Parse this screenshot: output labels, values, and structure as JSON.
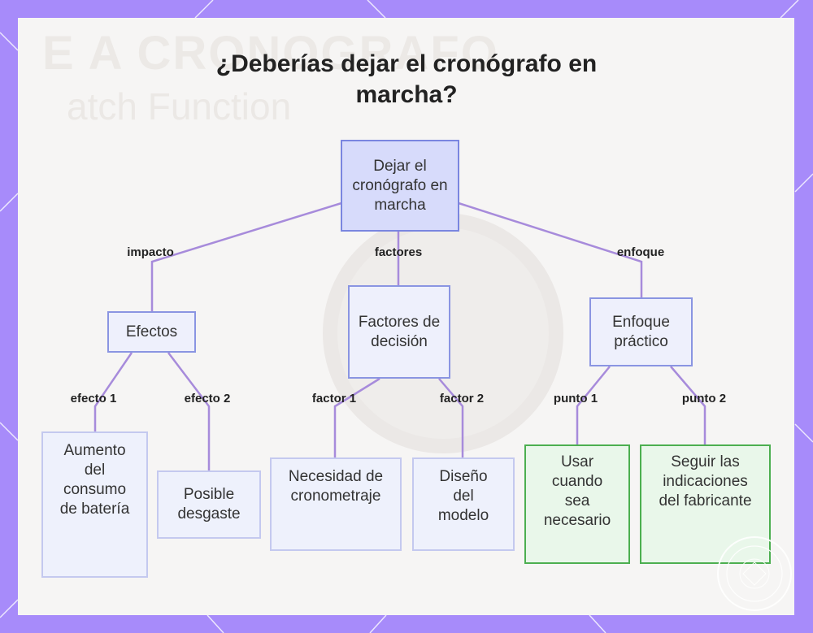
{
  "title": "¿Deberías dejar el cronógrafo en marcha?",
  "nodes": {
    "root": "Dejar el cronógrafo en marcha",
    "efectos": "Efectos",
    "factores": "Factores de decisión",
    "enfoque": "Enfoque práctico",
    "aumento": "Aumento del consumo de batería",
    "desgaste": "Posible desgaste",
    "necesidad": "Necesidad de cronometraje",
    "diseno": "Diseño del modelo",
    "usar": "Usar cuando sea necesario",
    "seguir": "Seguir las indicaciones del fabricante"
  },
  "edges": {
    "impacto": "impacto",
    "factores": "factores",
    "enfoque": "enfoque",
    "efecto1": "efecto 1",
    "efecto2": "efecto 2",
    "factor1": "factor 1",
    "factor2": "factor 2",
    "punto1": "punto 1",
    "punto2": "punto 2"
  },
  "colors": {
    "frame": "#a78bfa",
    "edge": "#a78bdb",
    "root_fill": "#d7dbfb",
    "practical_border": "#4caf50"
  }
}
